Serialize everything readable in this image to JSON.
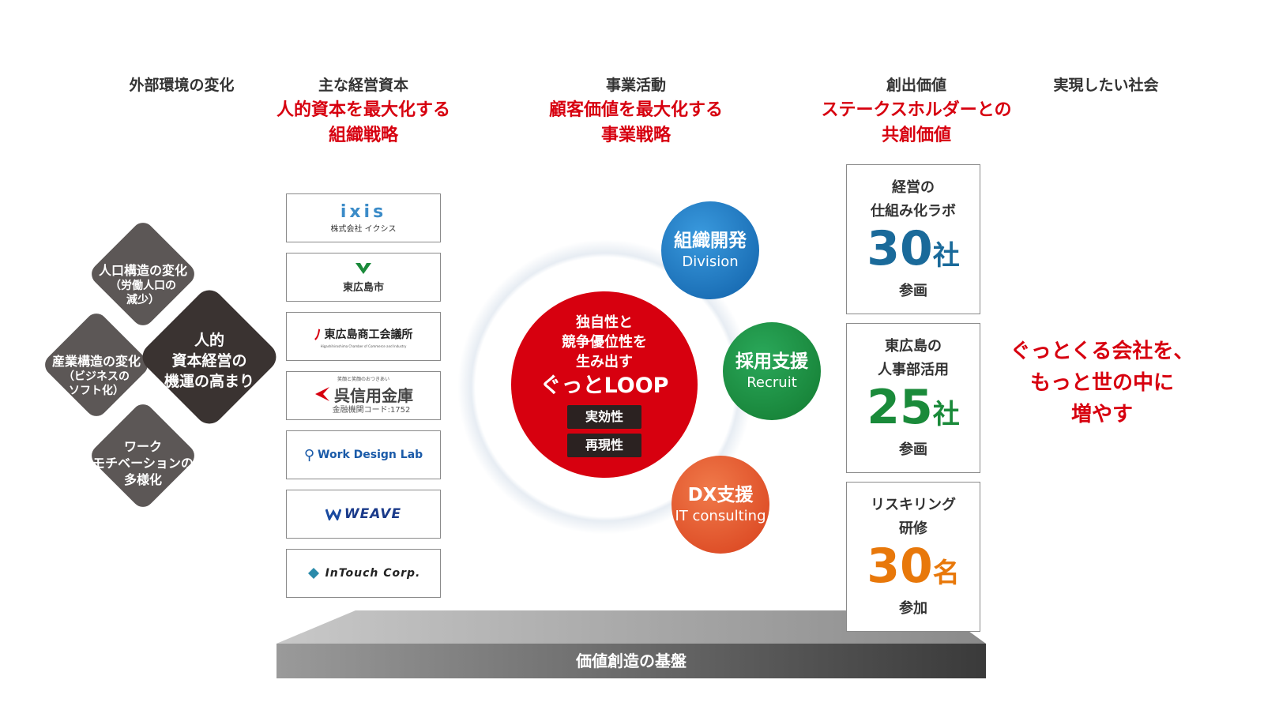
{
  "columns": {
    "external": {
      "heading": "外部環境の変化"
    },
    "capital": {
      "heading": "主な経営資本",
      "sub1": "人的資本を最大化する",
      "sub2": "組織戦略"
    },
    "business": {
      "heading": "事業活動",
      "sub1": "顧客価値を最大化する",
      "sub2": "事業戦略"
    },
    "value": {
      "heading": "創出価値",
      "sub1": "ステークスホルダーとの",
      "sub2": "共創価値"
    },
    "society": {
      "heading": "実現したい社会"
    }
  },
  "diamonds": {
    "top": {
      "line1": "人口構造の変化",
      "line2": "（労働人口の",
      "line3": "減少）"
    },
    "left": {
      "line1": "産業構造の変化",
      "line2": "（ビジネスの",
      "line3": "ソフト化）"
    },
    "bottom": {
      "line1": "ワーク",
      "line2": "モチベーションの",
      "line3": "多様化"
    },
    "center": {
      "line1": "人的",
      "line2": "資本経営の",
      "line3": "機運の高まり"
    }
  },
  "logos": [
    {
      "main": "ixis",
      "sub": "株式会社 イクシス",
      "color": "#3c8cc8"
    },
    {
      "main": "東広島市",
      "sub": "",
      "color": "#1a8a3a"
    },
    {
      "main": "東広島商工会議所",
      "sub": "Higashihiroshima Chamber of Commerce and Industry",
      "color": "#d7000f"
    },
    {
      "main": "呉信用金庫",
      "sub": "金融機関コード:1752",
      "top": "笑顔と笑顔のおつきあい",
      "color": "#d7000f"
    },
    {
      "main": "Work Design Lab",
      "sub": "",
      "color": "#1a5aa8"
    },
    {
      "main": "WEAVE",
      "sub": "",
      "color": "#1a4aa0"
    },
    {
      "main": "InTouch Corp.",
      "sub": "",
      "color": "#2a7a9a"
    }
  ],
  "loop": {
    "line1": "独自性と",
    "line2": "競争優位性を",
    "line3": "生み出す",
    "title": "ぐっとLOOP",
    "tag1": "実効性",
    "tag2": "再現性",
    "color": "#d7000f"
  },
  "satellites": [
    {
      "title": "組織開発",
      "sub": "Division",
      "color": "#1a78c2"
    },
    {
      "title": "採用支援",
      "sub": "Recruit",
      "color": "#1a8a3a"
    },
    {
      "title": "DX支援",
      "sub": "IT consulting",
      "color": "#e85a2a"
    }
  ],
  "results": [
    {
      "line1": "経営の",
      "line2": "仕組み化ラボ",
      "number": "30",
      "unit": "社",
      "foot": "参画",
      "color": "#1a6a9a"
    },
    {
      "line1": "東広島の",
      "line2": "人事部活用",
      "number": "25",
      "unit": "社",
      "foot": "参画",
      "color": "#1a8a3a"
    },
    {
      "line1": "リスキリング",
      "line2": "研修",
      "number": "30",
      "unit": "名",
      "foot": "参加",
      "color": "#e8780a"
    }
  ],
  "society": {
    "line1": "ぐっとくる会社を、",
    "line2": "もっと世の中に",
    "line3": "増やす"
  },
  "foundation": {
    "label": "価値創造の基盤"
  }
}
